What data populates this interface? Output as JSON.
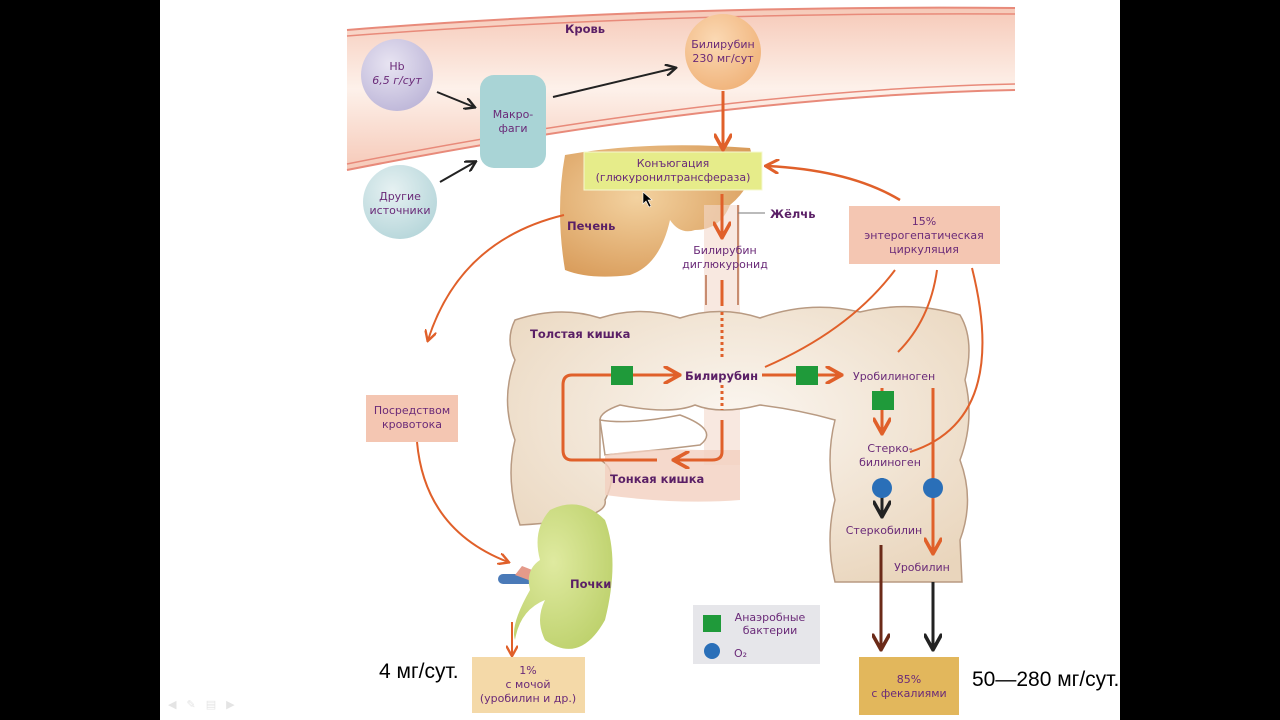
{
  "slide": {
    "title_labels": {
      "blood": "Кровь",
      "liver": "Печень",
      "bile": "Жёлчь",
      "large_intestine": "Толстая кишка",
      "small_intestine": "Тонкая кишка",
      "kidneys": "Почки"
    },
    "nodes": {
      "hb": {
        "line1": "Hb",
        "line2": "6,5 г/сут"
      },
      "other_sources": {
        "line1": "Другие",
        "line2": "источники"
      },
      "macrophages": {
        "line1": "Макро-",
        "line2": "фаги"
      },
      "bilirubin_blood": {
        "line1": "Билирубин",
        "line2": "230 мг/сут"
      },
      "conjugation": {
        "line1": "Конъюгация",
        "line2": "(глюкуронилтрансфераза)"
      },
      "bilirubin_diglucuronide": {
        "line1": "Билирубин",
        "line2": "диглюкуронид"
      },
      "enterohepatic": {
        "line1": "15%",
        "line2": "энтерогепатическая",
        "line3": "циркуляция"
      },
      "bloodstream": {
        "line1": "Посредством",
        "line2": "кровотока"
      },
      "bilirubin_intestine": "Билирубин",
      "urobilinogen": "Уробилиноген",
      "stercobilinogen": {
        "line1": "Стерко-",
        "line2": "билиноген"
      },
      "stercobilin": "Стеркобилин",
      "urobilin": "Уробилин",
      "urine": {
        "line1": "1%",
        "line2": "с мочой",
        "line3": "(уробилин и др.)"
      },
      "feces": {
        "line1": "85%",
        "line2": "с фекалиями"
      }
    },
    "legend": {
      "anaerobic_line1": "Анаэробные",
      "anaerobic_line2": "бактерии",
      "o2": "O₂"
    },
    "annotations": {
      "urine_amount": "4 мг/сут.",
      "feces_amount": "50—280 мг/сут."
    },
    "colors": {
      "arrow_orange": "#e0602a",
      "arrow_black": "#222222",
      "arrow_brown": "#6b2a18",
      "bacteria_green": "#1f9a3a",
      "o2_blue": "#2a6fb8",
      "label_purple": "#6a2a78"
    },
    "nav_icons": [
      "prev-icon",
      "pen-icon",
      "menu-icon",
      "next-icon"
    ]
  }
}
